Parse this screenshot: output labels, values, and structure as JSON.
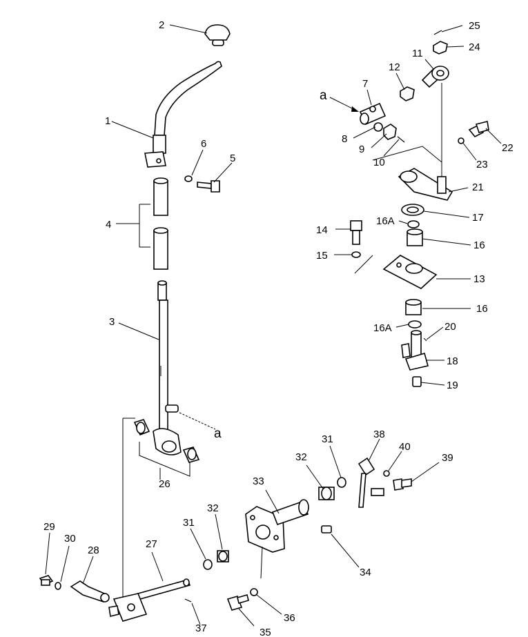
{
  "labels": {
    "p1": "1",
    "p2": "2",
    "p3": "3",
    "p4": "4",
    "p5": "5",
    "p6": "6",
    "p7": "7",
    "p8": "8",
    "p9": "9",
    "p10": "10",
    "p11": "11",
    "p12": "12",
    "p13": "13",
    "p14": "14",
    "p15": "15",
    "p16a": "16",
    "p16b": "16",
    "p16Aa": "16A",
    "p16Ab": "16A",
    "p17": "17",
    "p18": "18",
    "p19": "19",
    "p20": "20",
    "p21": "21",
    "p22": "22",
    "p23": "23",
    "p24": "24",
    "p25": "25",
    "p26": "26",
    "p27": "27",
    "p28": "28",
    "p29": "29",
    "p30": "30",
    "p31a": "31",
    "p31b": "31",
    "p32a": "32",
    "p32b": "32",
    "p33": "33",
    "p34": "34",
    "p35": "35",
    "p36": "36",
    "p37": "37",
    "p38": "38",
    "p39": "39",
    "p40": "40",
    "refTop": "a",
    "refBottom": "a"
  }
}
